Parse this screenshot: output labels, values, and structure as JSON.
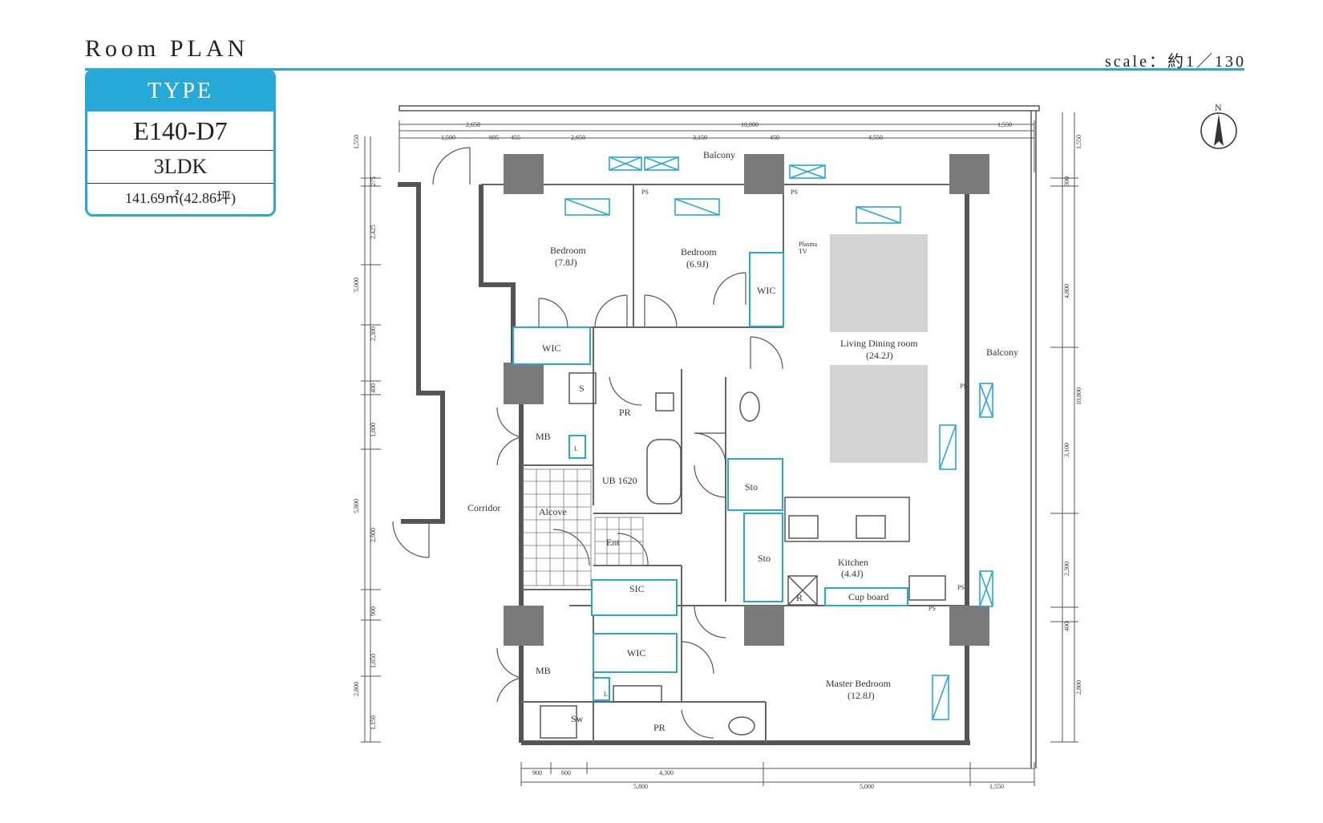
{
  "header": {
    "title": "Room PLAN",
    "scale": "scale：約1／130"
  },
  "type_card": {
    "heading": "TYPE",
    "code": "E140-D7",
    "layout": "3LDK",
    "area": "141.69㎡(42.86坪)"
  },
  "colors": {
    "accent": "#27a9d8",
    "wall": "#555555",
    "column": "#7a7a7a",
    "furniture": "#d4d4d4"
  },
  "compass": {
    "label": "N",
    "icon": "north-arrow-icon"
  },
  "rooms": {
    "balcony_top": "Balcony",
    "bedroom1": "Bedroom",
    "bedroom1_size": "(7.8J)",
    "bedroom2": "Bedroom",
    "bedroom2_size": "(6.9J)",
    "plasma": "Plasma",
    "plasma_tv": "TV",
    "wic1": "WIC",
    "wic2": "WIC",
    "wic3": "WIC",
    "living": "Living Dining room",
    "living_size": "(24.2J)",
    "balcony_right": "Balcony",
    "ps1": "PS",
    "ps2": "PS",
    "ps3": "PS",
    "ps4": "PS",
    "ps5": "PS",
    "s": "S",
    "pr1": "PR",
    "pr2": "PR",
    "mb1": "MB",
    "mb2": "MB",
    "l1": "L",
    "l2": "L",
    "ub": "UB 1620",
    "corridor": "Corridor",
    "alcove": "Alcove",
    "sto1": "Sto",
    "sto2": "Sto",
    "ent": "Ent",
    "sic": "SIC",
    "kitchen": "Kitchen",
    "kitchen_size": "(4.4J)",
    "r": "R",
    "cupboard": "Cup board",
    "master": "Master Bedroom",
    "master_size": "(12.8J)",
    "sw": "Sw"
  },
  "dimensions": {
    "top_total": "10,800",
    "top_right": "1,550",
    "top_a": "2,650",
    "top_1": "1,500",
    "top_2": "695",
    "top_3": "455",
    "top_4": "2,650",
    "top_5": "3,150",
    "top_6": "450",
    "top_7": "4,550",
    "left_1": "1,550",
    "left_2": "275",
    "left_3": "2,425",
    "left_4": "5,000",
    "left_5": "2,300",
    "left_6": "400",
    "left_7": "1,600",
    "left_8": "5,800",
    "left_9": "2,900",
    "left_10": "900",
    "left_11": "1,650",
    "left_12": "2,800",
    "left_13": "1,150",
    "right_1": "1,550",
    "right_2": "300",
    "right_3": "4,800",
    "right_4": "10,800",
    "right_5": "3,100",
    "right_6": "2,300",
    "right_7": "400",
    "right_8": "2,800",
    "bottom_1": "900",
    "bottom_2": "600",
    "bottom_3": "4,300",
    "bottom_4": "5,800",
    "bottom_5": "5,000",
    "bottom_6": "1,550"
  }
}
